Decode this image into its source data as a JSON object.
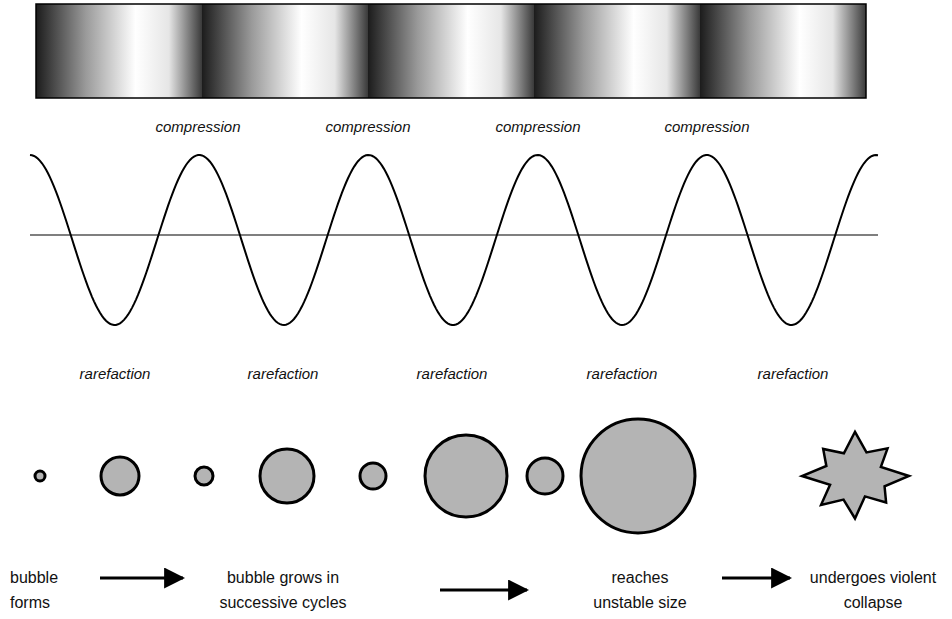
{
  "diagram": {
    "labels": [
      "compression",
      "compression",
      "compression",
      "compression",
      "rarefaction",
      "rarefaction",
      "rarefaction",
      "rarefaction",
      "rarefaction",
      "bubble forms",
      "bubble grows in successive cycles",
      "reaches unstable size",
      "undergoes violent collapse"
    ]
  }
}
